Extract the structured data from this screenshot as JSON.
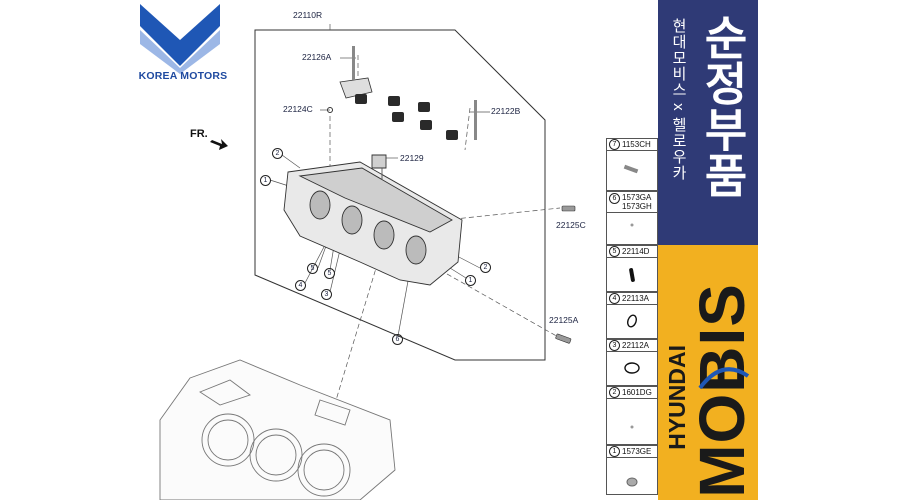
{
  "brand": {
    "name": "KOREA MOTORS",
    "logo_icon": "korea-motors-chevron-logo",
    "logo_color": "#1f57b5"
  },
  "diagram": {
    "assembly_code": "22110R",
    "front_label": "FR.",
    "callouts": [
      "22126A",
      "22124C",
      "22122B",
      "22129",
      "22125C",
      "22125A"
    ],
    "circle_markers": [
      "1",
      "2",
      "5",
      "5",
      "4",
      "3",
      "2",
      "1",
      "6"
    ]
  },
  "legend": [
    {
      "num": "7",
      "codes": [
        "1153CH"
      ],
      "part_icon": "bolt-icon"
    },
    {
      "num": "6",
      "codes": [
        "1573GA",
        "1573GH"
      ],
      "part_icon": "pin-icon"
    },
    {
      "num": "5",
      "codes": [
        "22114D"
      ],
      "part_icon": "valve-seal-icon"
    },
    {
      "num": "4",
      "codes": [
        "22113A"
      ],
      "part_icon": "o-ring-icon"
    },
    {
      "num": "3",
      "codes": [
        "22112A"
      ],
      "part_icon": "gasket-ring-icon"
    },
    {
      "num": "2",
      "codes": [
        "1601DG"
      ],
      "part_icon": "small-plug-icon"
    },
    {
      "num": "1",
      "codes": [
        "1573GE"
      ],
      "part_icon": "cap-plug-icon"
    }
  ],
  "banner": {
    "korean_small": "현대모비스 x 헬로우카",
    "korean_large": "순정부품",
    "brand_small": "HYUNDAI",
    "brand_large": "MOBIS",
    "colors": {
      "navy": "#2f3a76",
      "yellow": "#f2b020",
      "text_dark": "#1a1a1a"
    }
  }
}
